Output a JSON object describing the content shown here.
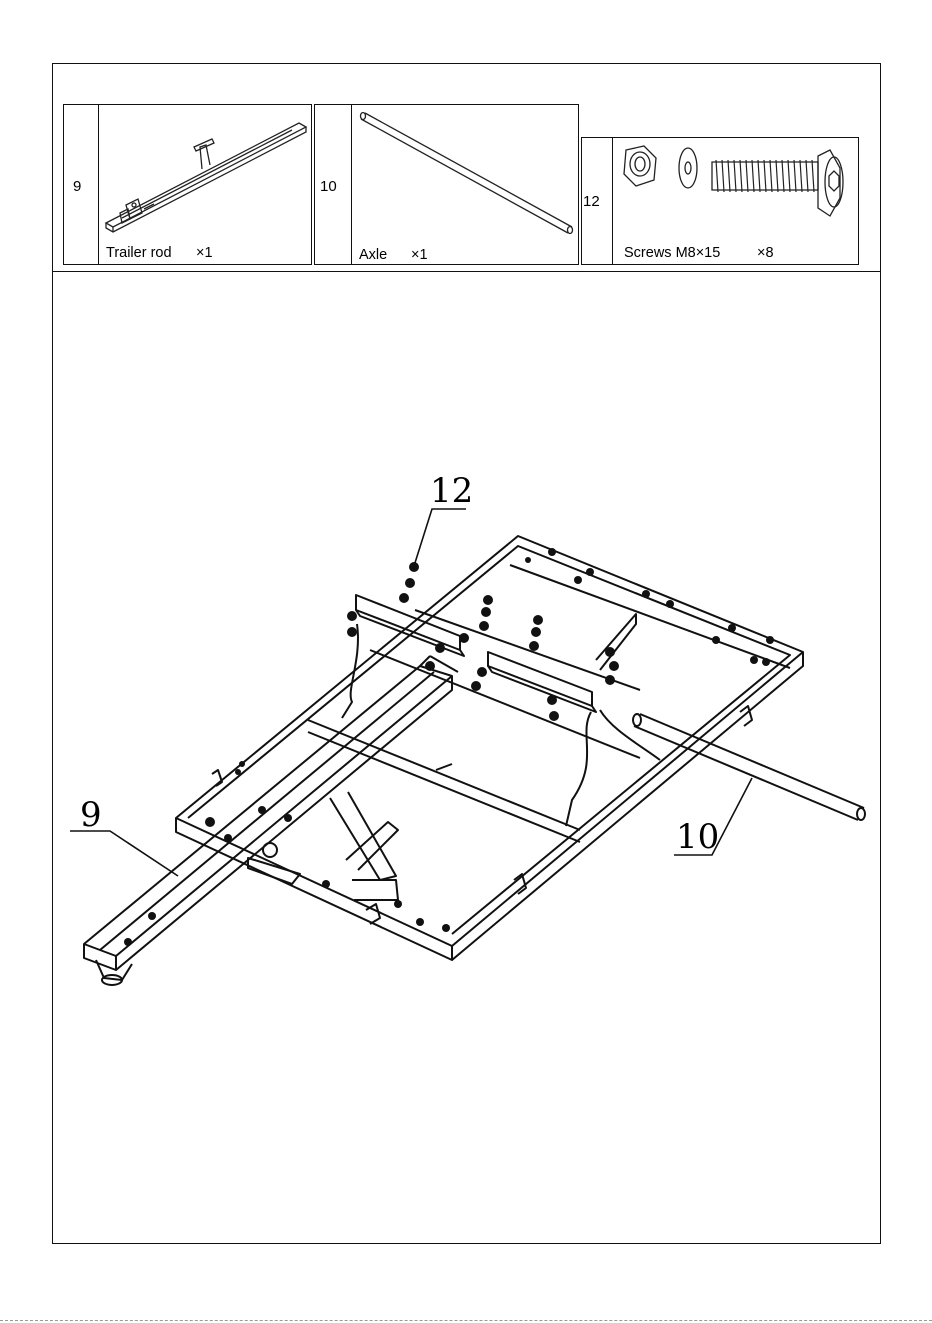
{
  "parts": [
    {
      "number": "9",
      "name": "Trailer rod",
      "qty": "×1",
      "icon": "trailer-rod-icon"
    },
    {
      "number": "10",
      "name": "Axle",
      "qty": "×1",
      "icon": "axle-icon"
    },
    {
      "number": "12",
      "name": "Screws M8×15",
      "qty": "×8",
      "icon": "screw-set-icon"
    }
  ],
  "callouts": {
    "screws": "12",
    "trailer_rod": "9",
    "axle": "10"
  }
}
